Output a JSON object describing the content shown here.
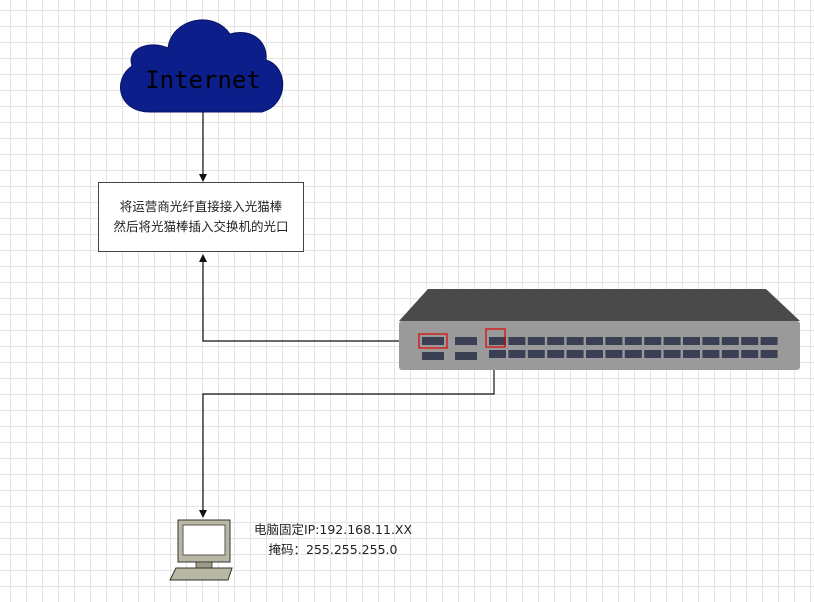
{
  "cloud": {
    "label": "Internet",
    "color": "#0c1e8a"
  },
  "note_box": {
    "line1": "将运营商光纤直接接入光猫棒",
    "line2": "然后将光猫棒插入交换机的光口"
  },
  "pc": {
    "ip_line": "电脑固定IP:192.168.11.XX",
    "mask_line": "掩码：255.255.255.0"
  },
  "switch": {
    "top_color": "#4a4a4a",
    "body_color": "#9a9a9a",
    "port_color": "#3a3f54",
    "highlight_color": "#e00000"
  }
}
